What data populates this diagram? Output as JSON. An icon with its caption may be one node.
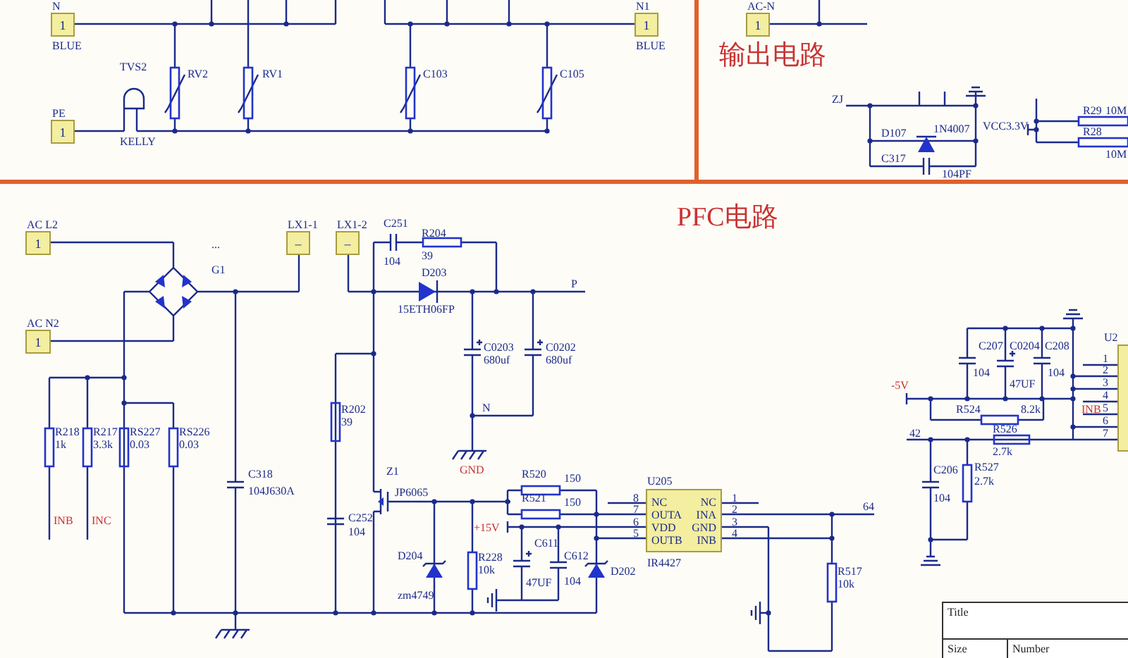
{
  "diagram": {
    "nodes": [
      {
        "text": [
          "N",
          "1"
        ],
        "beside": [
          "BLUE"
        ]
      },
      {
        "text": [
          "N1",
          "1"
        ],
        "beside": [
          "BLUE"
        ]
      },
      {
        "text": [
          "PE",
          "1"
        ]
      },
      {
        "text": [
          "AC-N",
          "1"
        ]
      },
      {
        "text": [
          "AC L2",
          "1"
        ]
      },
      {
        "text": [
          "AC N2",
          "1"
        ]
      },
      {
        "text": [
          "LX1-1",
          "–"
        ]
      },
      {
        "text": [
          "LX1-2",
          "–"
        ]
      },
      {
        "text": [
          "U205",
          "NC",
          "NC",
          "OUTA",
          "INA",
          "VDD",
          "GND",
          "OUTB",
          "INB"
        ],
        "beside": [
          "IR4427",
          "8",
          "7",
          "6",
          "5",
          "1",
          "2",
          "3",
          "4"
        ]
      },
      {
        "text": [
          "Title",
          "Size",
          "Number"
        ]
      }
    ],
    "labels": [
      "RV2",
      "RV1",
      "C103",
      "C105",
      "TVS2",
      "KELLY",
      "输出电路",
      "ZJ",
      "R29",
      "10M",
      "VCC3.3V",
      "D107",
      "1N4007",
      "R28",
      "10M",
      "C317",
      "104PF",
      "PFC电路",
      "...",
      "C251",
      "R204",
      "G1",
      "104",
      "39",
      "D203",
      "P",
      "15ETH06FP",
      "C0203",
      "680uf",
      "C0202",
      "680uf",
      "R202",
      "N",
      "39",
      "R218",
      "1k",
      "R217",
      "3.3k",
      "RS227",
      "0.03",
      "RS226",
      "0.03",
      "C318",
      "Z1",
      "GND",
      "R520",
      "150",
      "104J630A",
      "JP6065",
      "R521",
      "150",
      "64",
      "INB",
      "INC",
      "C252",
      "+15V",
      "104",
      "C611",
      "D204",
      "R228",
      "C612",
      "10k",
      "D202",
      "R517",
      "47UF",
      "104",
      "10k",
      "zm4749",
      "U2",
      "C207",
      "C0204",
      "C208",
      "1",
      "104",
      "104",
      "2",
      "-5V",
      "47UF",
      "3",
      "4",
      "R524",
      "8.2k",
      "INB",
      "5",
      "6",
      "42",
      "R526",
      "7",
      "2.7k",
      "C206",
      "R527",
      "2.7k",
      "104"
    ]
  }
}
